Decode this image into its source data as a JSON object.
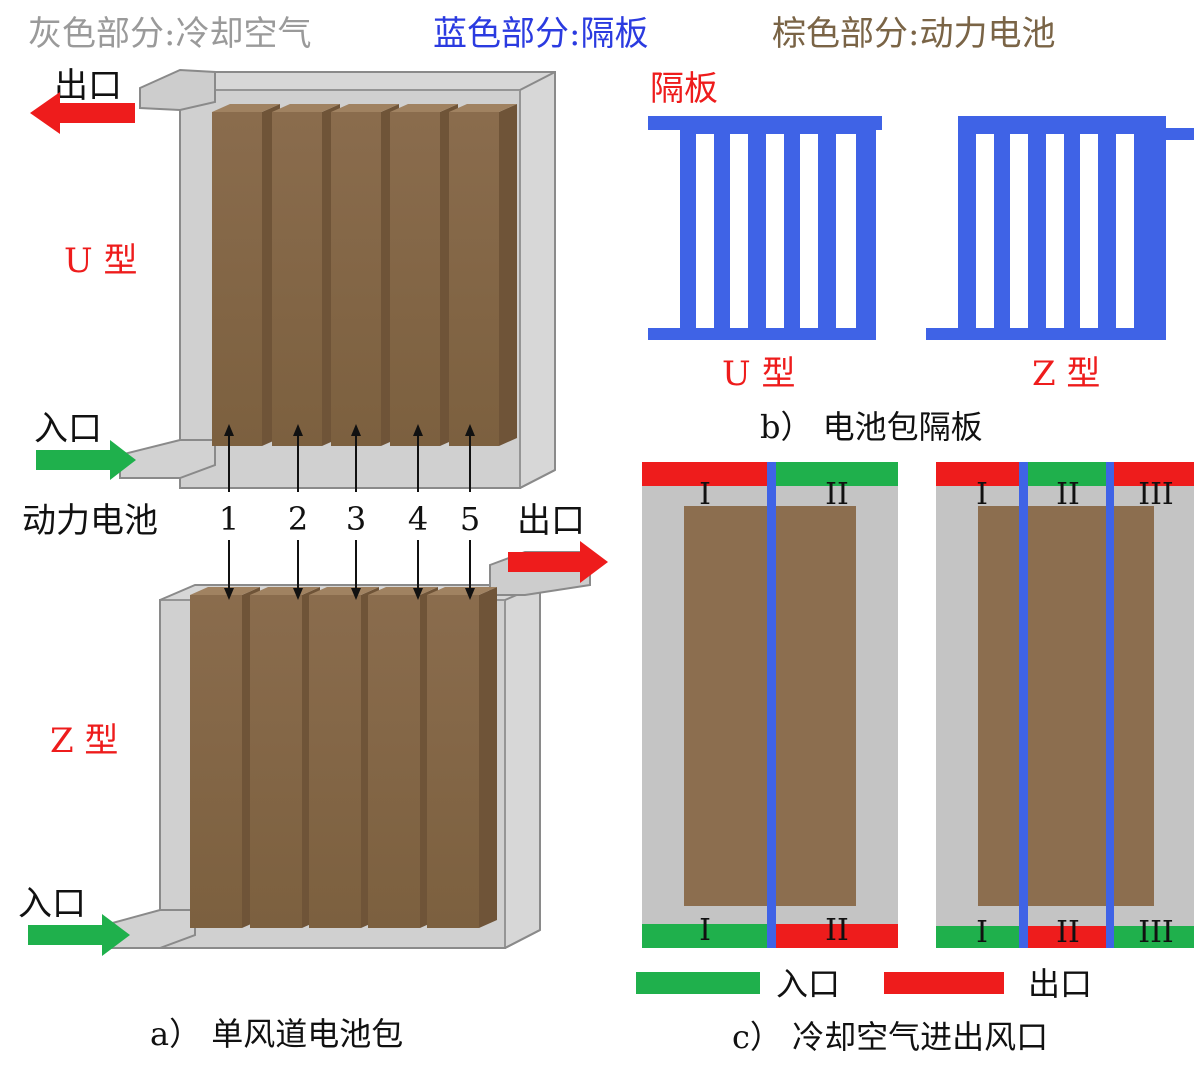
{
  "legend_top": {
    "gray": {
      "text": "灰色部分:冷却空气",
      "color": "#9a9a9a"
    },
    "blue": {
      "text": "蓝色部分:隔板",
      "color": "#2b3be0"
    },
    "brown": {
      "text": "棕色部分:动力电池",
      "color": "#7a6446"
    }
  },
  "panel_a": {
    "u": {
      "label": "U 型",
      "outlet": "出口",
      "inlet": "入口"
    },
    "battery_label": "动力电池",
    "cell_numbers": [
      "1",
      "2",
      "3",
      "4",
      "5"
    ],
    "z": {
      "label": "Z 型",
      "outlet": "出口",
      "inlet": "入口"
    },
    "caption": "a） 单风道电池包"
  },
  "panel_b": {
    "title": "隔板",
    "u_label": "U 型",
    "z_label": "Z 型",
    "caption": "b） 电池包隔板"
  },
  "panel_c": {
    "left": {
      "top": [
        "I",
        "II"
      ],
      "bottom": [
        "I",
        "II"
      ]
    },
    "right": {
      "top": [
        "I",
        "II",
        "III"
      ],
      "bottom": [
        "I",
        "II",
        "III"
      ]
    },
    "legend": {
      "inlet": "入口",
      "outlet": "出口"
    },
    "caption": "c） 冷却空气进出风口"
  },
  "colors": {
    "air": "#c4c4c4",
    "battery": "#8c6e4f",
    "battery_dark": "#6f5438",
    "battery_light": "#a08261",
    "partition": "#3f63e6",
    "inlet": "#1fb04c",
    "outlet": "#ee1c1c",
    "accent_red": "#ee1c1c"
  }
}
